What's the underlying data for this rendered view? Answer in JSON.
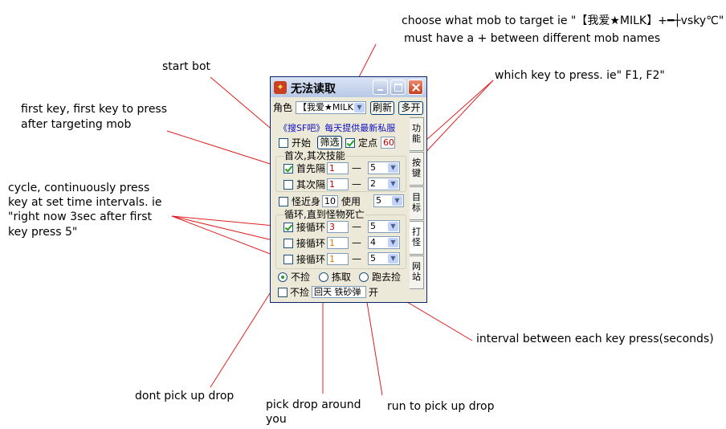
{
  "annotations": {
    "target": "choose what mob to target ie \"【我爱★MILK】+━┼vsky℃\"",
    "target2": "must have a + between different mob names",
    "start": "start bot",
    "key_line1": "which key to press. ie\" F1, F2\"",
    "first_key1": "first key, first key to press",
    "first_key2": "after targeting mob",
    "cycle1": "cycle, continuously press",
    "cycle2": "key at set time intervals. ie",
    "cycle3": "\"right now 3sec after first",
    "cycle4": "key press 5\"",
    "interval": "interval between each key press(seconds)",
    "no_pick": "dont pick up drop",
    "pick_around1": "pick drop around",
    "pick_around2": "you",
    "run_pick": "run to pick up drop"
  },
  "window": {
    "title": "无法读取",
    "role_label": "角色",
    "role_value": "【我爱★MILK",
    "refresh_button": "刷新",
    "multi_button": "多开",
    "banner": "《搜SF吧》每天提供最新私服",
    "start_label": "开始",
    "filter_button": "筛选",
    "fixed_point_label": "定点",
    "fixed_point_value": "60",
    "group1_title": "首次,其次技能",
    "first_label": "首先隔",
    "first_value": "1",
    "first_key": "5",
    "second_label": "其次隔",
    "second_value": "1",
    "second_key": "2",
    "dash": "—",
    "near_label": "怪近身",
    "near_value": "10",
    "use_label": "使用",
    "near_key": "5",
    "group2_title": "循环,直到怪物死亡",
    "cycle_label": "接循环",
    "cycle1_value": "3",
    "cycle1_key": "5",
    "cycle2_value": "1",
    "cycle2_key": "4",
    "cycle3_value": "1",
    "cycle3_key": "5",
    "radio_no_pick": "不捡",
    "radio_pick": "拣取",
    "radio_run": "跑去捡",
    "no_pick_label": "不捡",
    "no_pick_value": "回天 铁砂弹",
    "open_label": "开",
    "tabs": [
      "功能",
      "按键",
      "目标",
      "打怪",
      "网站"
    ]
  }
}
